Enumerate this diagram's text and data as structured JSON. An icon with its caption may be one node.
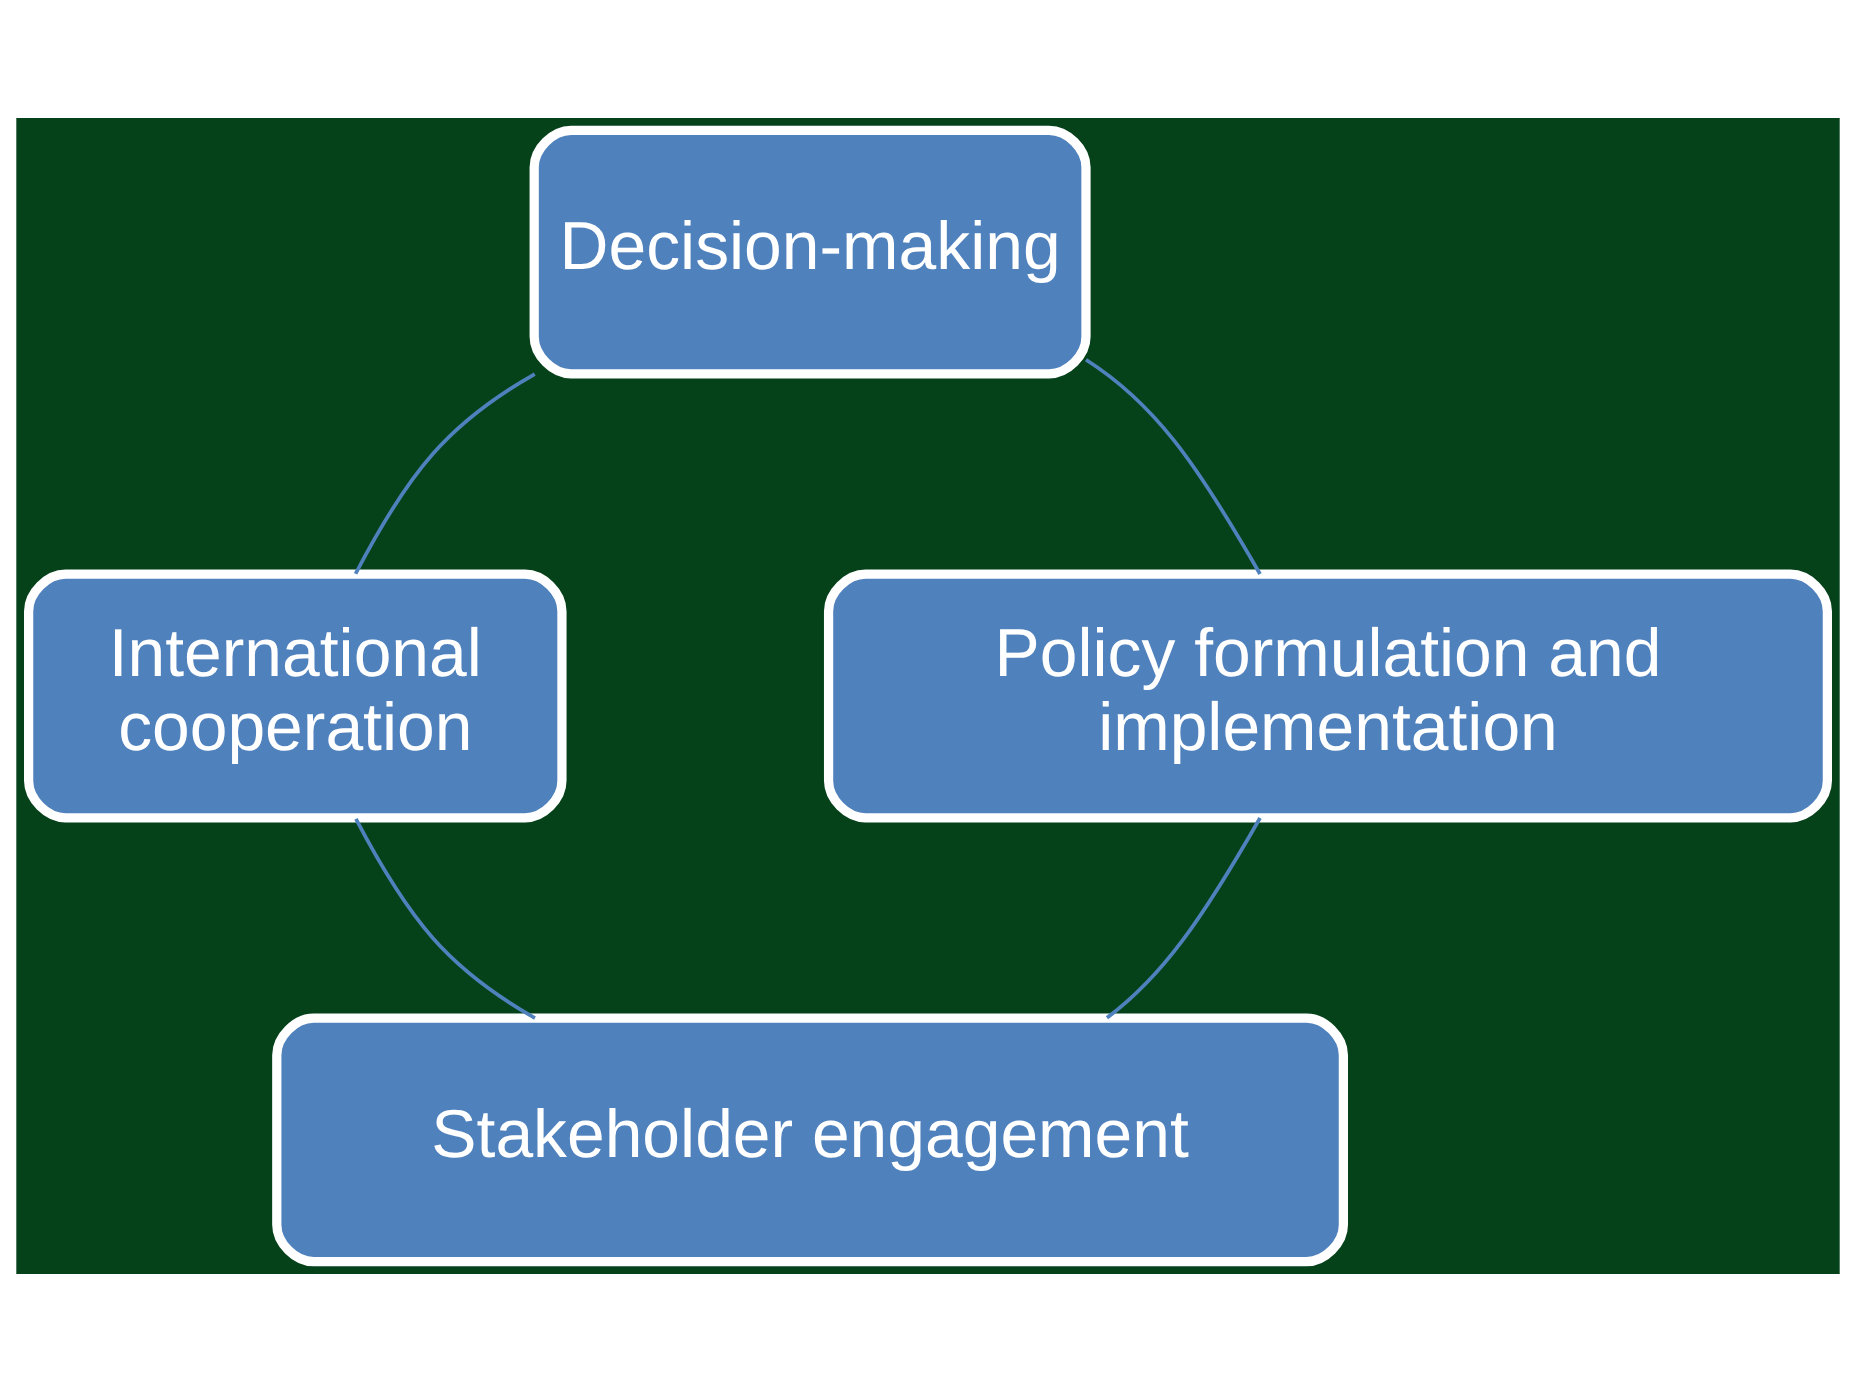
{
  "diagram": {
    "nodes": [
      {
        "text": [
          "Decision-making"
        ]
      },
      {
        "text": [
          "International cooperation"
        ]
      },
      {
        "text": [
          "Policy formulation and implementation"
        ]
      },
      {
        "text": [
          "Stakeholder engagement"
        ]
      }
    ],
    "edges": [
      {
        "from": 0,
        "to": 2,
        "arrow": "none"
      },
      {
        "from": 2,
        "to": 3,
        "arrow": "none"
      },
      {
        "from": 3,
        "to": 1,
        "arrow": "none"
      },
      {
        "from": 1,
        "to": 0,
        "arrow": "none"
      }
    ]
  }
}
